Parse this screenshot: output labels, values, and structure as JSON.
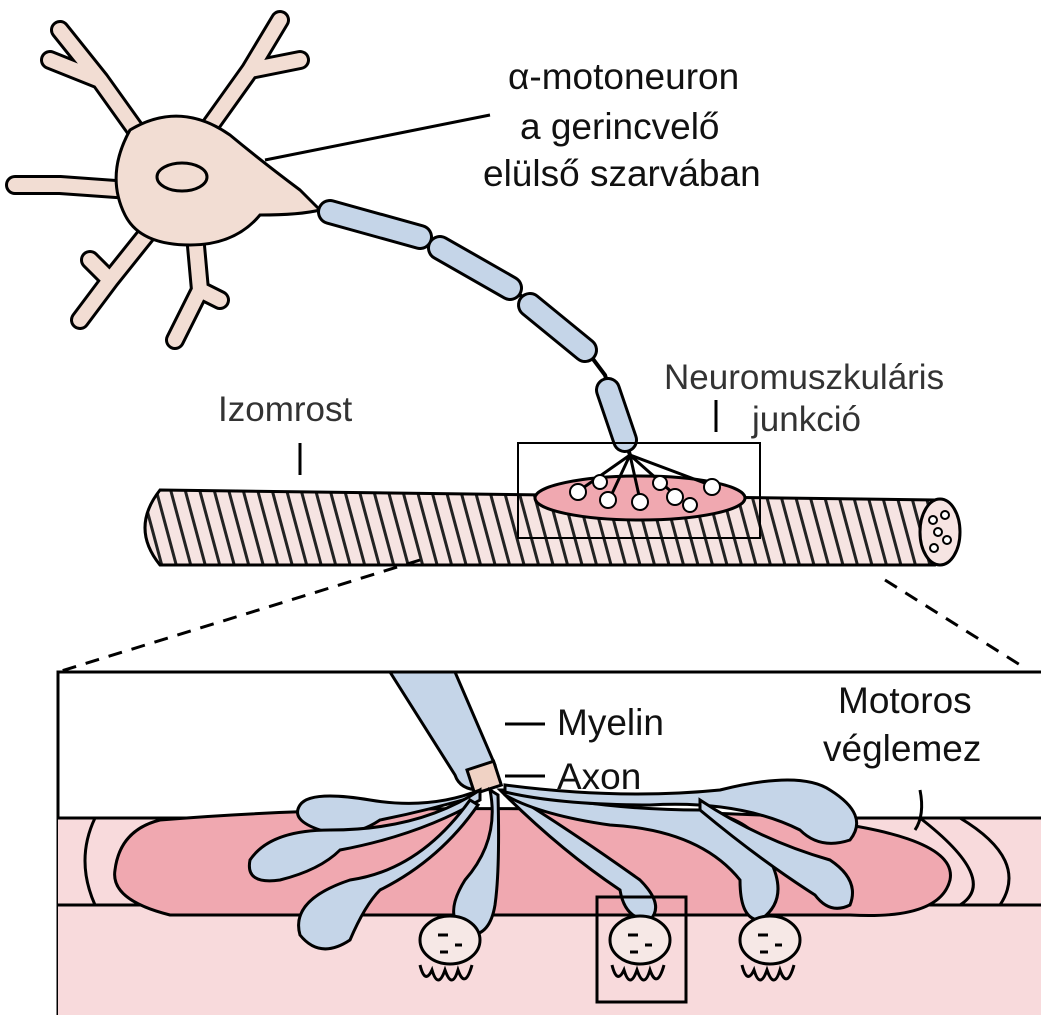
{
  "labels": {
    "motoneuron_line1": "α-motoneuron",
    "motoneuron_line2": "a gerincvelő",
    "motoneuron_line3": "elülső szarvában",
    "junction_line1": "Neuromuszkuláris",
    "junction_line2": "junkció",
    "muscle_fiber": "Izomrost",
    "myelin": "Myelin",
    "axon": "Axon",
    "endplate_line1": "Motoros",
    "endplate_line2": "véglemez"
  },
  "colors": {
    "soma": "#f2ddd3",
    "myelin": "#c5d5e8",
    "axon": "#f0d2c4",
    "endplate": "#f0a8b0",
    "muscle": "#f8dadc",
    "outline": "#000000"
  }
}
